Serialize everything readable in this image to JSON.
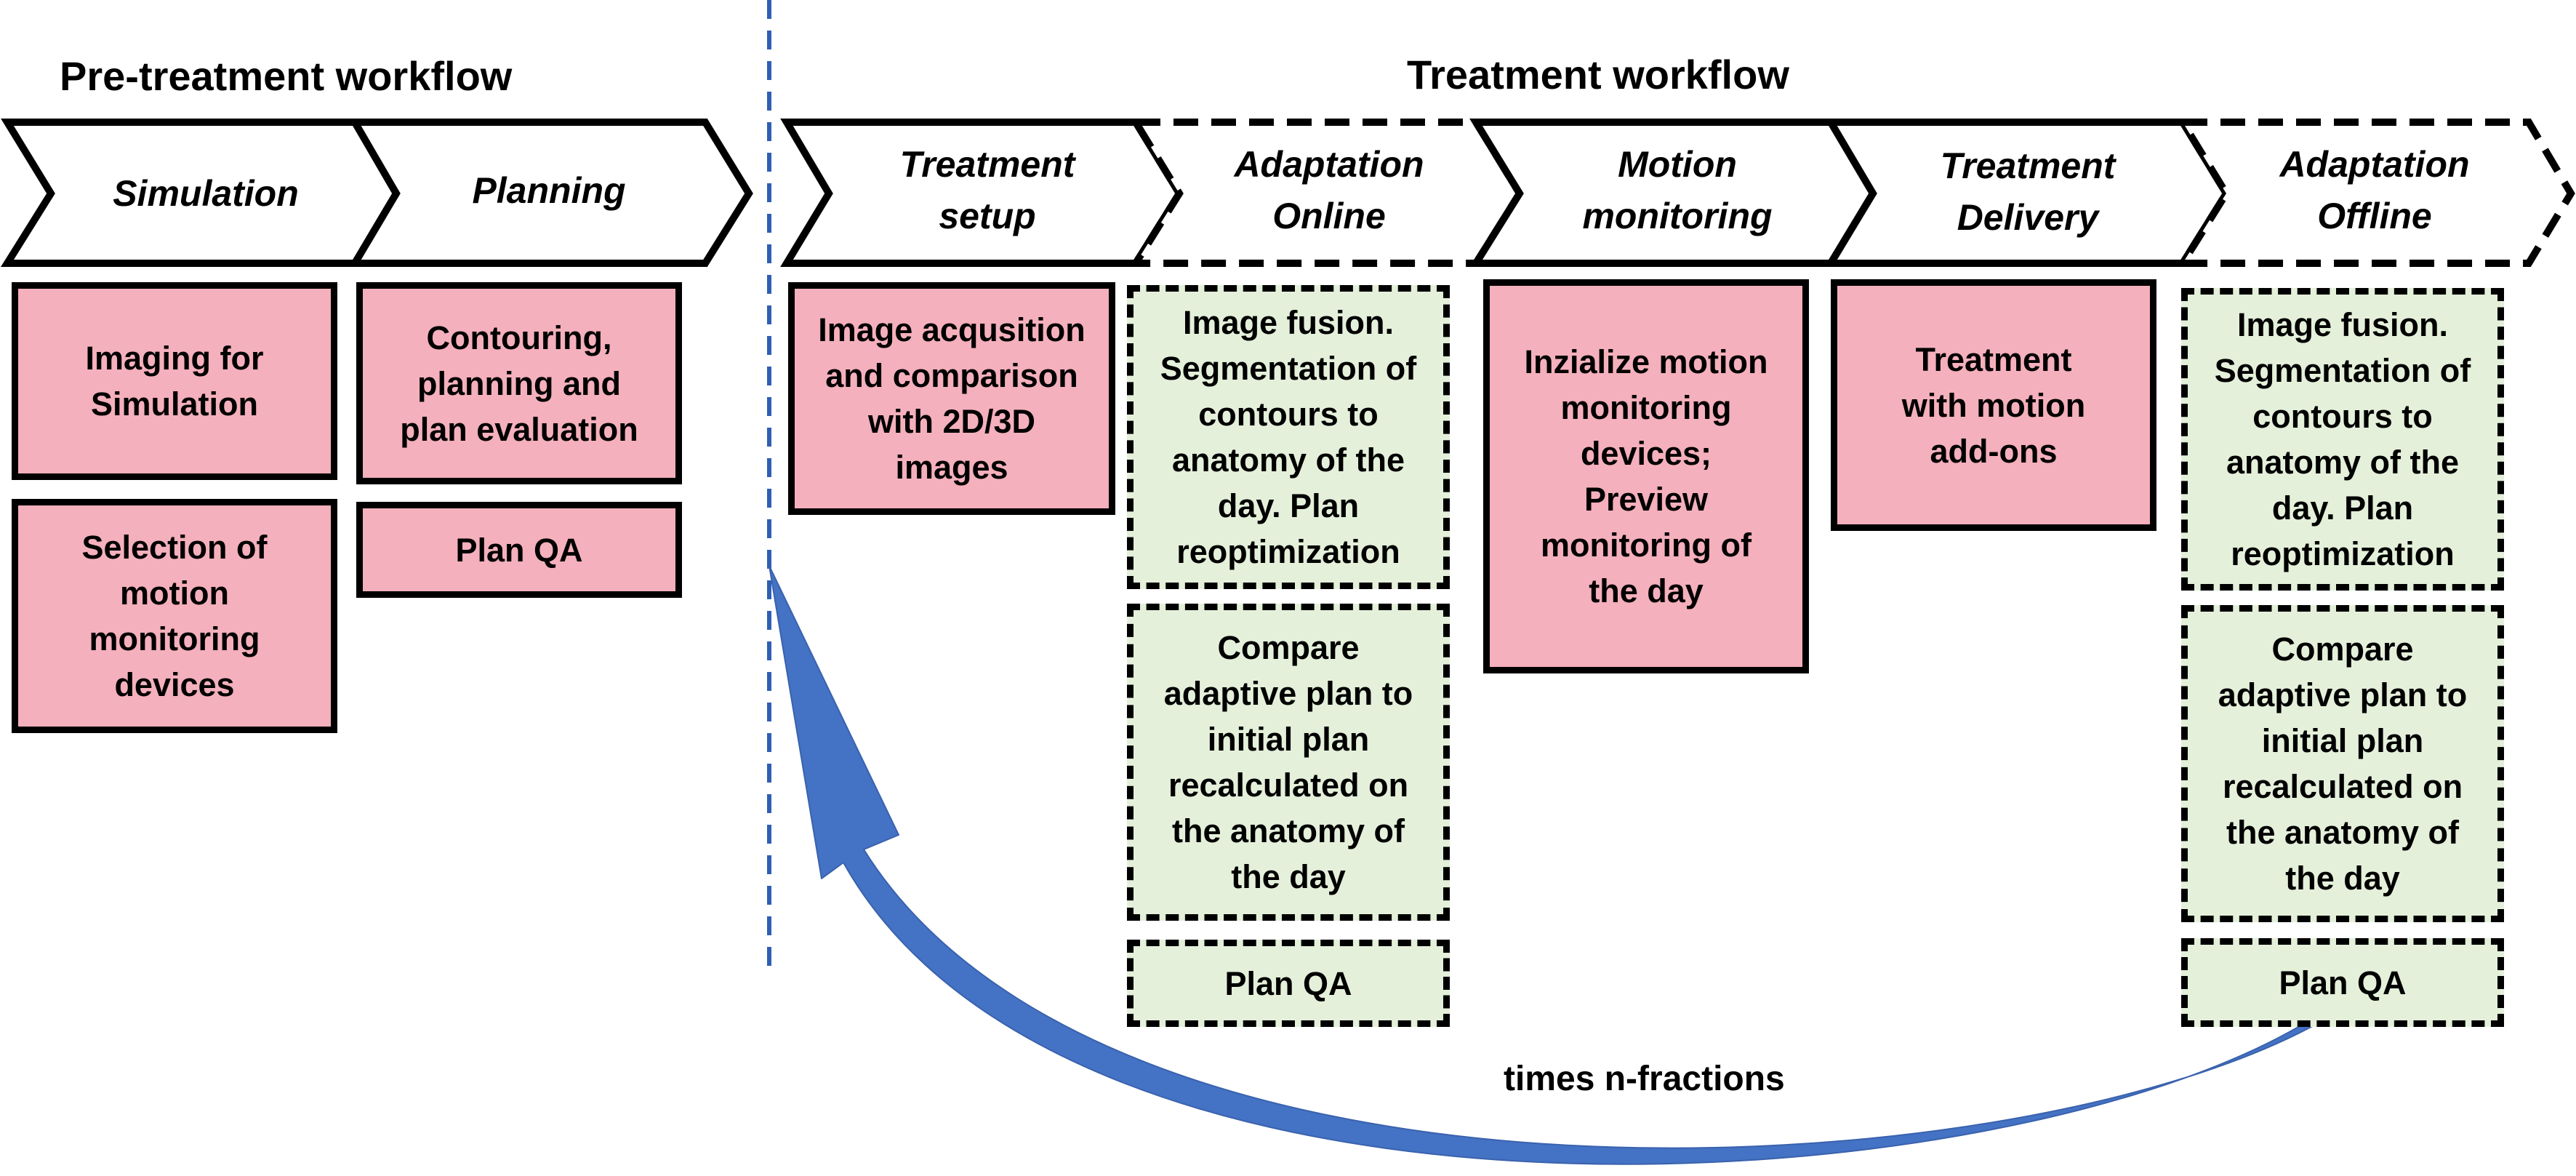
{
  "titles": {
    "pre": "Pre-treatment workflow",
    "treatment": "Treatment workflow"
  },
  "stages": {
    "simulation": "Simulation",
    "planning": "Planning",
    "treatment_setup": "Treatment setup",
    "adaptation_online": "Adaptation Online",
    "motion_monitoring": "Motion monitoring",
    "treatment_delivery": "Treatment Delivery",
    "adaptation_offline": "Adaptation Offline"
  },
  "boxes": {
    "imaging_simulation": "Imaging for Simulation",
    "selection_devices": "Selection of motion monitoring devices",
    "contouring": "Contouring, planning and plan evaluation",
    "plan_qa_pre": "Plan QA",
    "image_acquisition": "Image acqusition and comparison with  2D/3D images",
    "online_fusion": "Image fusion. Segmentation of contours to anatomy of the day. Plan reoptimization",
    "online_compare": "Compare adaptive plan to initial plan recalculated on the anatomy of the day",
    "online_plan_qa": "Plan QA",
    "motion_init": "Inzialize motion monitoring devices; Preview monitoring of the day",
    "treatment_motion": "Treatment with motion add-ons",
    "offline_fusion": "Image fusion. Segmentation of contours to anatomy of the day. Plan reoptimization",
    "offline_compare": "Compare adaptive plan to initial plan recalculated on the anatomy of the day",
    "offline_plan_qa": "Plan QA"
  },
  "loop_label": "times n-fractions",
  "colors": {
    "process_fill": "#f4b0bc",
    "adaptation_fill": "#e4f0da",
    "arrow": "#4472c4",
    "divider": "#2e5fb4",
    "outline": "#000000"
  }
}
